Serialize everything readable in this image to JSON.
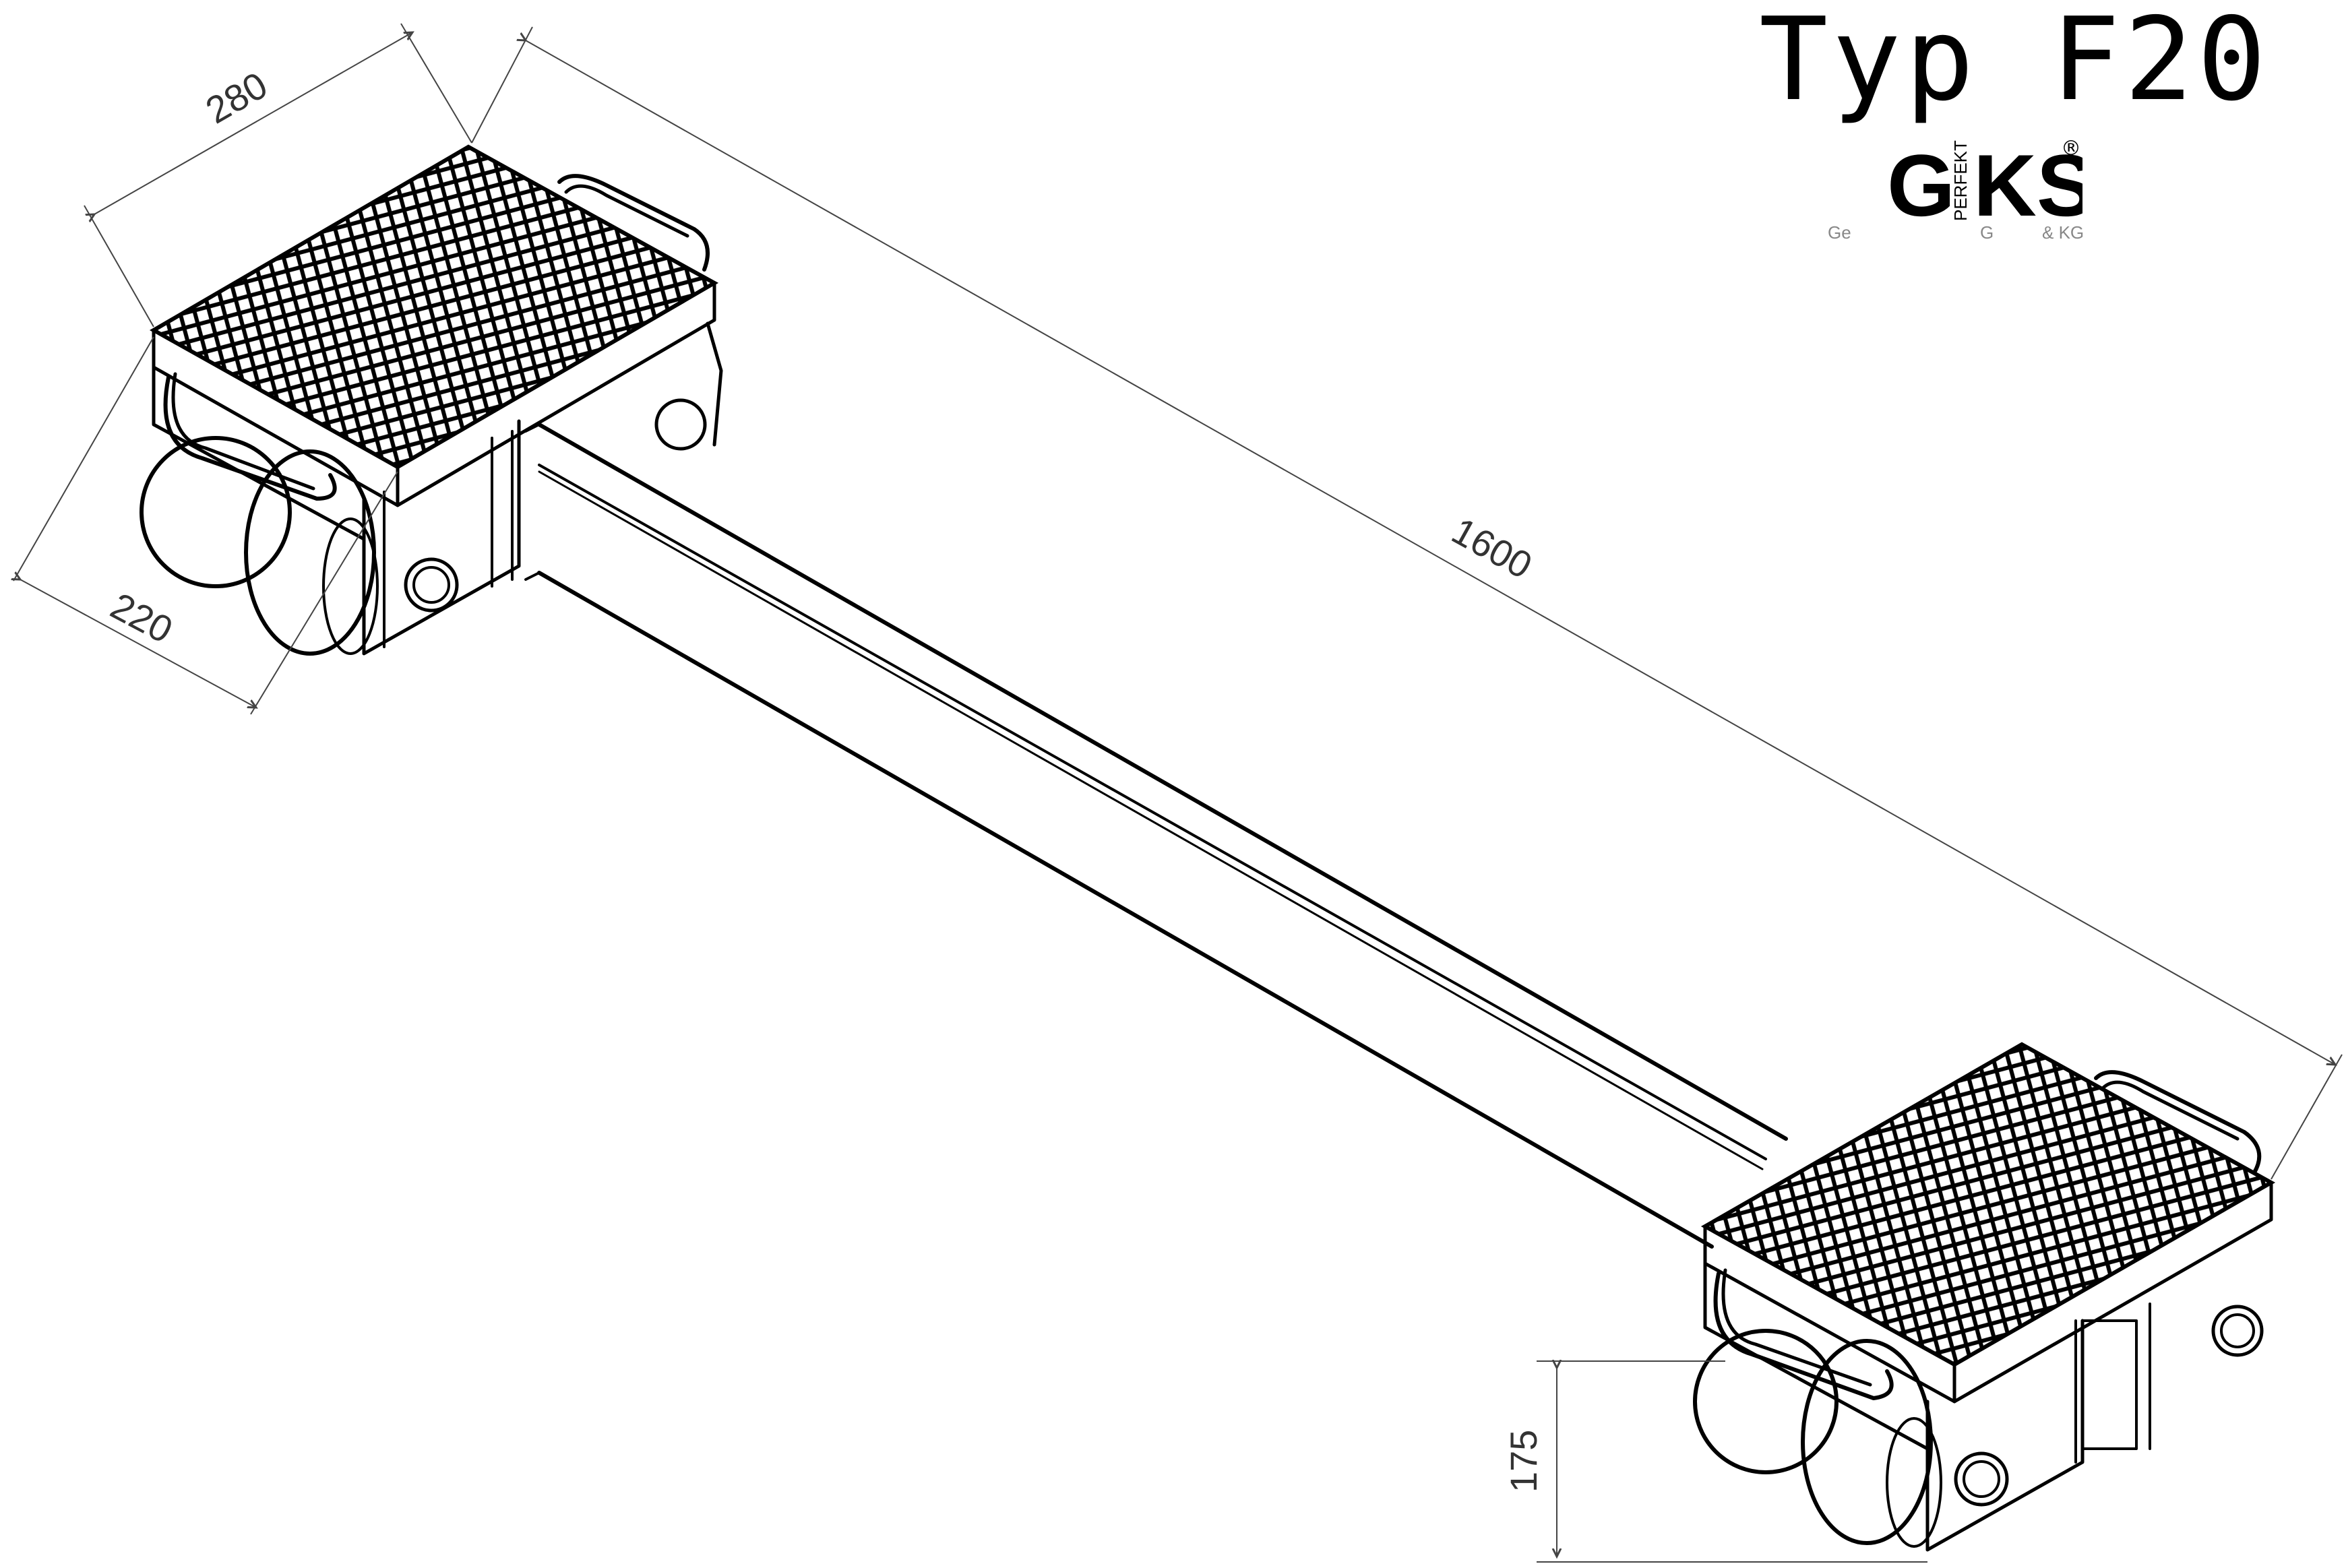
{
  "title": "Typ F20",
  "logo": {
    "letters_left": "G",
    "letters_right": "KS",
    "vertical_text": "PERFEKT",
    "mark": "®"
  },
  "company_line_fragments": [
    "Ge",
    "G",
    "& KG"
  ],
  "dimensions": {
    "pad_length": "280",
    "pad_width": "220",
    "total_length": "1600",
    "height": "175"
  },
  "colors": {
    "line": "#000000",
    "dimension": "#333333",
    "background": "#ffffff"
  }
}
